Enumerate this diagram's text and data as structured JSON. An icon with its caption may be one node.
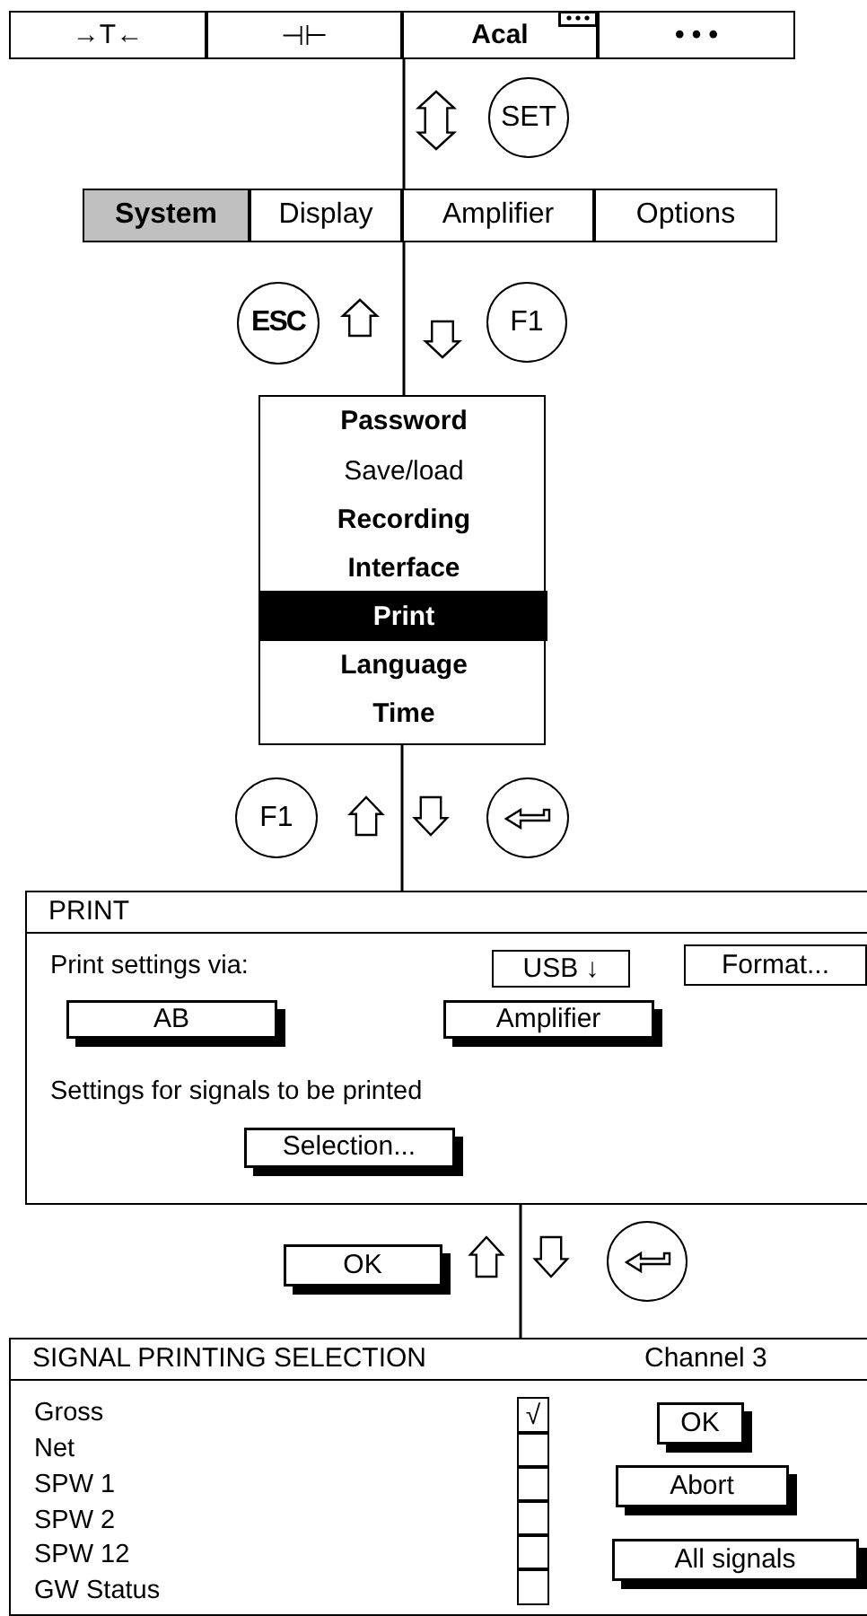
{
  "diagram": {
    "nodes": [
      {
        "text": [
          "→T←"
        ]
      },
      {
        "text": [
          "⊣⊢"
        ]
      },
      {
        "text": [
          "Acal"
        ]
      },
      {
        "text": [
          "• • •"
        ]
      },
      {
        "text": [
          "SET"
        ]
      },
      {
        "text": [
          "System"
        ]
      },
      {
        "text": [
          "Display"
        ]
      },
      {
        "text": [
          "Amplifier"
        ]
      },
      {
        "text": [
          "Options"
        ]
      },
      {
        "text": [
          "ESC"
        ]
      },
      {
        "text": [
          "F1"
        ]
      },
      {
        "text": [],
        "shape": "box"
      },
      {
        "text": [
          "Password"
        ],
        "in": 11
      },
      {
        "text": [
          "Save/load"
        ],
        "in": 11
      },
      {
        "text": [
          "Recording"
        ],
        "in": 11
      },
      {
        "text": [
          "Interface"
        ],
        "in": 11
      },
      {
        "text": [
          "Print"
        ],
        "in": 11
      },
      {
        "text": [
          "Language"
        ],
        "in": 11
      },
      {
        "text": [
          "Time"
        ],
        "in": 11
      },
      {
        "text": [
          "F1"
        ]
      },
      {
        "text": [],
        "shape": "circle"
      },
      {
        "text": [
          "PRINT"
        ]
      },
      {
        "text": [
          "USB ↓"
        ],
        "in": 21
      },
      {
        "text": [
          "Format..."
        ],
        "in": 21
      },
      {
        "text": [
          "AB"
        ],
        "in": 21
      },
      {
        "text": [
          "Amplifier"
        ],
        "in": 21
      },
      {
        "text": [
          "Selection..."
        ],
        "in": 21
      },
      {
        "text": [
          "OK"
        ]
      },
      {
        "text": [],
        "shape": "circle"
      },
      {
        "text": [
          "SIGNAL PRINTING SELECTION",
          "Channel 3"
        ]
      },
      {
        "text": [
          "√"
        ],
        "in": 29
      },
      {
        "text": [],
        "shape": "box",
        "in": 29
      },
      {
        "text": [],
        "shape": "box",
        "in": 29
      },
      {
        "text": [],
        "shape": "box",
        "in": 29
      },
      {
        "text": [],
        "shape": "box",
        "in": 29
      },
      {
        "text": [],
        "shape": "box",
        "in": 29
      },
      {
        "text": [
          "OK"
        ],
        "in": 29
      },
      {
        "text": [
          "Abort"
        ],
        "in": 29
      },
      {
        "text": [
          "All signals"
        ],
        "in": 29
      }
    ],
    "edges": [
      {
        "from": 2,
        "to": 7,
        "arrow": "none"
      },
      {
        "from": 7,
        "to": 11,
        "arrow": "none"
      },
      {
        "from": 11,
        "to": 21,
        "arrow": "none"
      },
      {
        "from": 26,
        "to": 29,
        "arrow": "none"
      }
    ],
    "labels": [
      "Print settings via:",
      "Settings for signals to be printed",
      "Gross",
      "Net",
      "SPW 1",
      "SPW 2",
      "SPW 12",
      "GW Status"
    ]
  }
}
